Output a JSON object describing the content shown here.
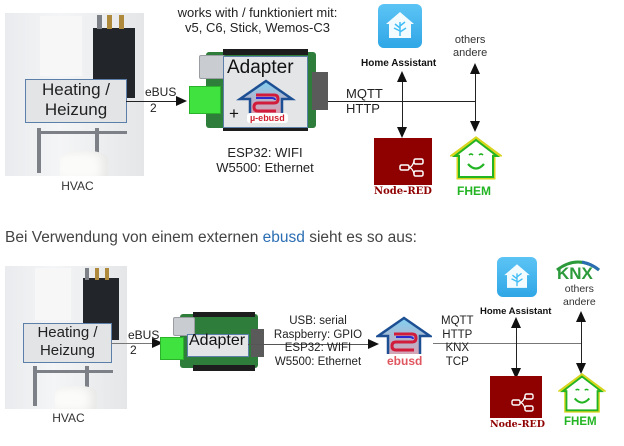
{
  "diagram_top": {
    "header_line1": "works with / funktioniert mit:",
    "header_line2": "v5, C6, Stick, Wemos-C3",
    "heating_line1": "Heating /",
    "heating_line2": "Heizung",
    "hvac_caption": "HVAC",
    "bus_label": "eBUS",
    "bus_wires": "2",
    "adapter_label": "Adapter",
    "plus_sign": "+",
    "micro_ebusd_label": "µ-ebusd",
    "conn_line1": "ESP32: WIFI",
    "conn_line2": "W5500: Ethernet",
    "proto_line1": "MQTT",
    "proto_line2": "HTTP",
    "home_assistant_label": "Home Assistant",
    "others_line1": "others",
    "others_line2": "andere",
    "nodered_label": "Node-RED",
    "fhem_label": "FHEM"
  },
  "paragraph": {
    "prefix": "Bei Verwendung von einem externen ",
    "link_text": "ebusd",
    "suffix": " sieht es so aus:"
  },
  "diagram_bottom": {
    "heating_line1": "Heating /",
    "heating_line2": "Heizung",
    "hvac_caption": "HVAC",
    "bus_label": "eBUS",
    "bus_wires": "2",
    "adapter_label": "Adapter",
    "conn_line1": "USB: serial",
    "conn_line2": "Raspberry: GPIO",
    "conn_line3": "ESP32: WIFI",
    "conn_line4": "W5500: Ethernet",
    "ebusd_label": "ebusd",
    "proto_line1": "MQTT",
    "proto_line2": "HTTP",
    "proto_line3": "KNX",
    "proto_line4": "TCP",
    "home_assistant_label": "Home Assistant",
    "knx_logo": "KNX",
    "others_line1": "others",
    "others_line2": "andere",
    "nodered_label": "Node-RED",
    "fhem_label": "FHEM"
  },
  "colors": {
    "link": "#2a6db3",
    "nodered": "#8f0000",
    "fhem_green": "#22b422",
    "ha_blue": "#41bdf5",
    "ebus_terminal": "#3fe23f"
  }
}
